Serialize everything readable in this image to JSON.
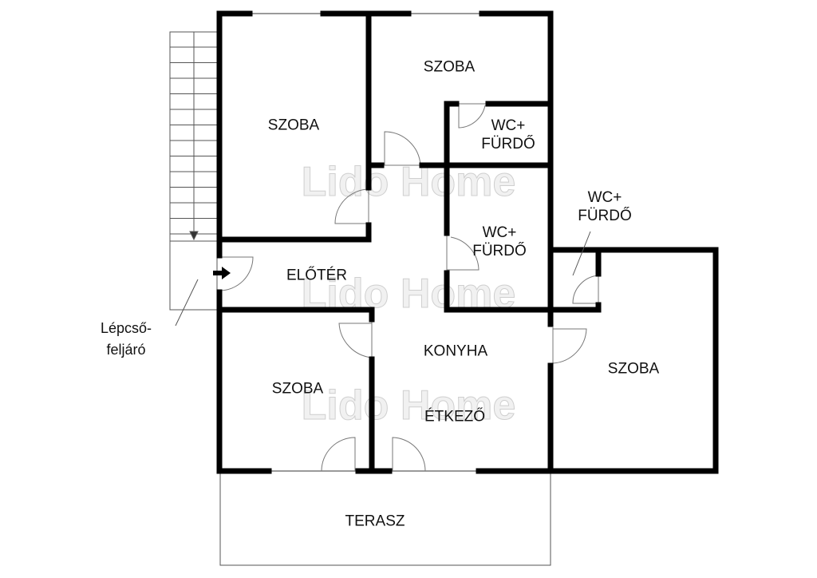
{
  "watermark": "Lido Home",
  "rooms": {
    "szoba_top_left": "SZOBA",
    "szoba_top": "SZOBA",
    "wc1_line1": "WC+",
    "wc1_line2": "FÜRDŐ",
    "wc2_line1": "WC+",
    "wc2_line2": "FÜRDŐ",
    "wc3_line1": "WC+",
    "wc3_line2": "FÜRDŐ",
    "eloter": "ELŐTÉR",
    "konyha": "KONYHA",
    "etkezo": "ÉTKEZŐ",
    "szoba_bottom_left": "SZOBA",
    "szoba_right": "SZOBA",
    "terasz": "TERASZ",
    "stairs_line1": "Lépcső-",
    "stairs_line2": "feljáró"
  },
  "colors": {
    "wall": "#000000",
    "window": "#9a9a9a",
    "thin": "#555555"
  }
}
